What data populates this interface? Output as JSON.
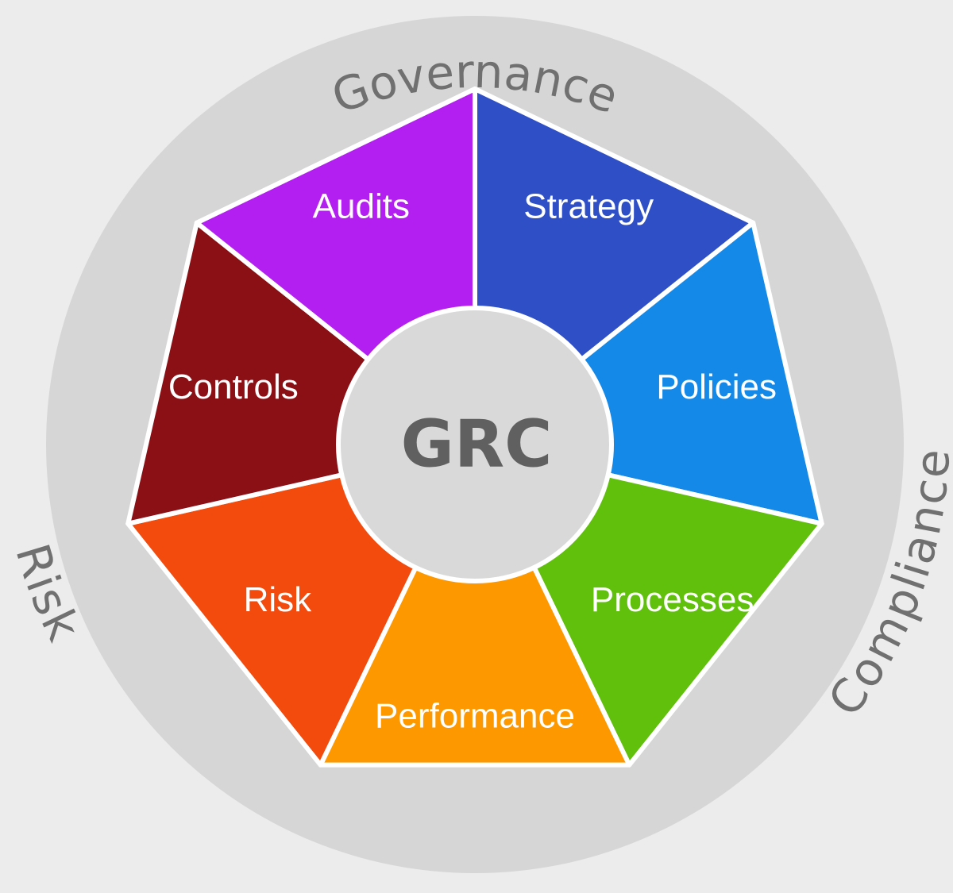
{
  "center": {
    "label": "GRC",
    "color": "#d9d9d9"
  },
  "ring": {
    "color": "#d6d6d6",
    "labels": {
      "top": "Governance",
      "right": "Compliance",
      "left": "Risk"
    }
  },
  "segments": [
    {
      "label": "Strategy",
      "color": "#2f4fc6"
    },
    {
      "label": "Policies",
      "color": "#1589e8"
    },
    {
      "label": "Processes",
      "color": "#60c00c"
    },
    {
      "label": "Performance",
      "color": "#fd9800"
    },
    {
      "label": "Risk",
      "color": "#f24b0d"
    },
    {
      "label": "Controls",
      "color": "#8a1016"
    },
    {
      "label": "Audits",
      "color": "#b21ff0"
    }
  ]
}
